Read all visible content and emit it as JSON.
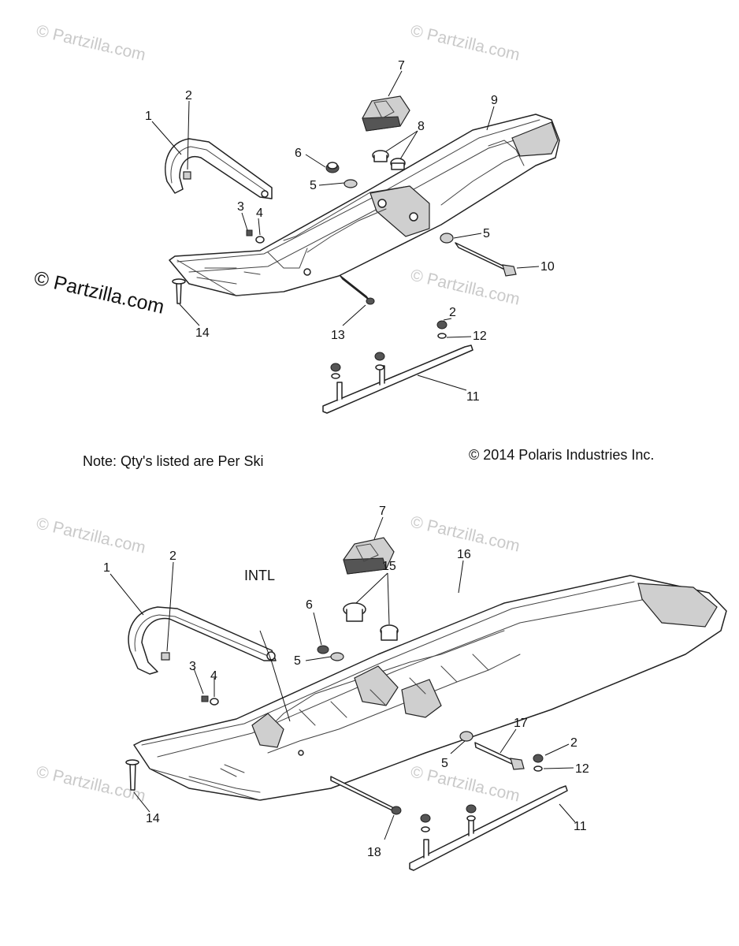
{
  "watermarks": {
    "text": "© Partzilla.com"
  },
  "notes": {
    "qty_note": "Note: Qty's listed are Per Ski",
    "copyright": "© 2014 Polaris Industries Inc.",
    "intl_label": "INTL"
  },
  "top_callouts": [
    "1",
    "2",
    "3",
    "4",
    "5",
    "6",
    "7",
    "8",
    "9",
    "5",
    "10",
    "2",
    "12",
    "11",
    "13",
    "14"
  ],
  "bottom_callouts": [
    "1",
    "2",
    "3",
    "4",
    "5",
    "6",
    "7",
    "15",
    "16",
    "5",
    "17",
    "2",
    "12",
    "11",
    "18",
    "14"
  ]
}
